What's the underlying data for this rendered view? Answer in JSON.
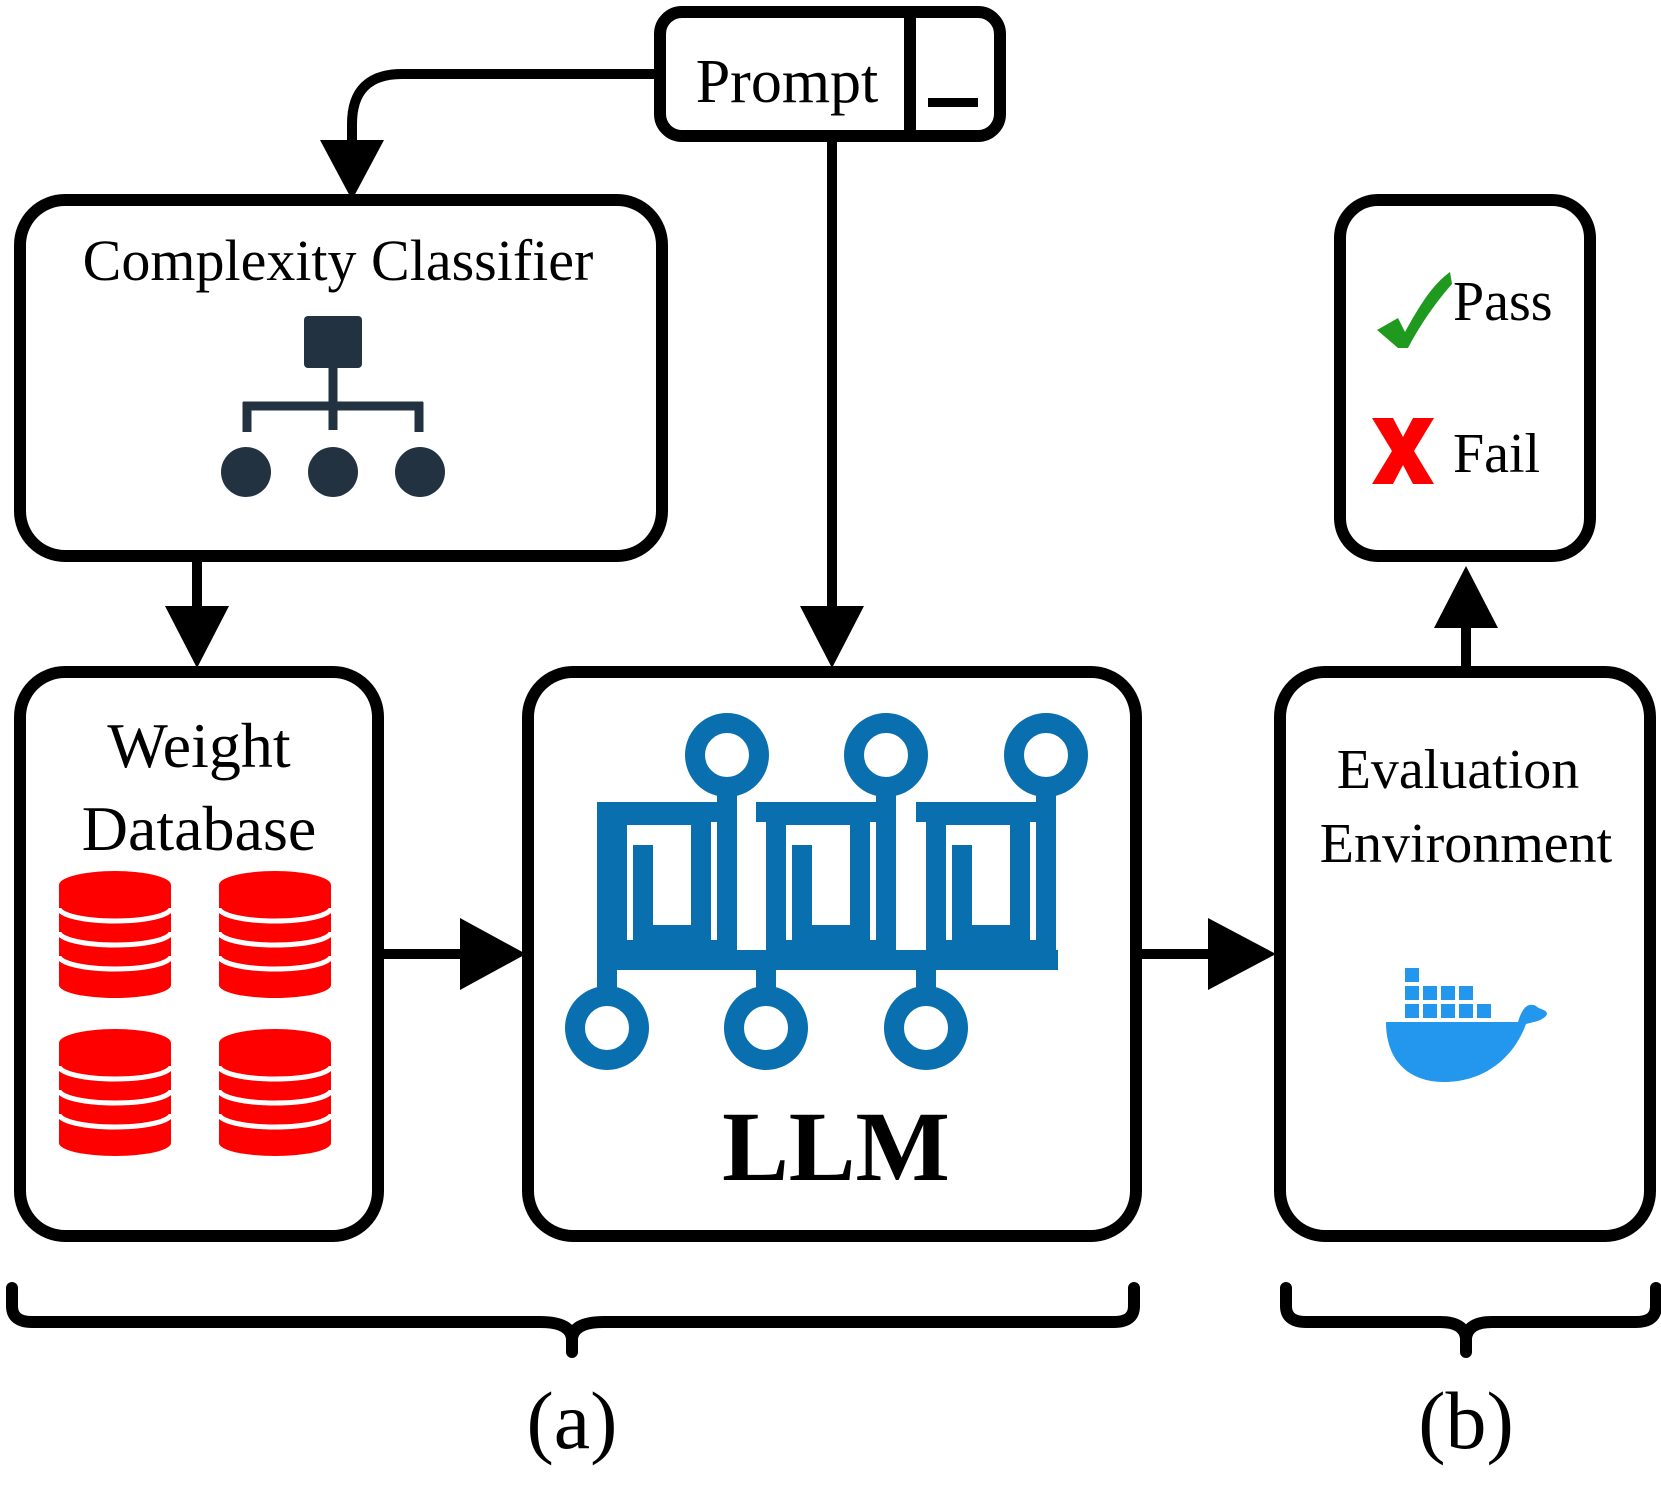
{
  "prompt": {
    "label": "Prompt",
    "cursor": "_"
  },
  "classifier": {
    "title": "Complexity Classifier",
    "icon": "hierarchy-icon"
  },
  "weights": {
    "line1": "Weight",
    "line2": "Database",
    "icon": "database-icon"
  },
  "llm": {
    "label": "LLM",
    "icon": "circuit-icon"
  },
  "evaluation": {
    "line1": "Evaluation",
    "line2": "Environment",
    "icon": "docker-whale-icon"
  },
  "result": {
    "pass": "Pass",
    "fail": "Fail"
  },
  "groups": {
    "a": "(a)",
    "b": "(b)"
  },
  "colors": {
    "db_red": "#ff0000",
    "circuit_blue": "#0a6fae",
    "docker_blue": "#2396ed",
    "check_green": "#1f9a1f",
    "cross_red": "#ff0000",
    "icon_dark": "#233240"
  }
}
